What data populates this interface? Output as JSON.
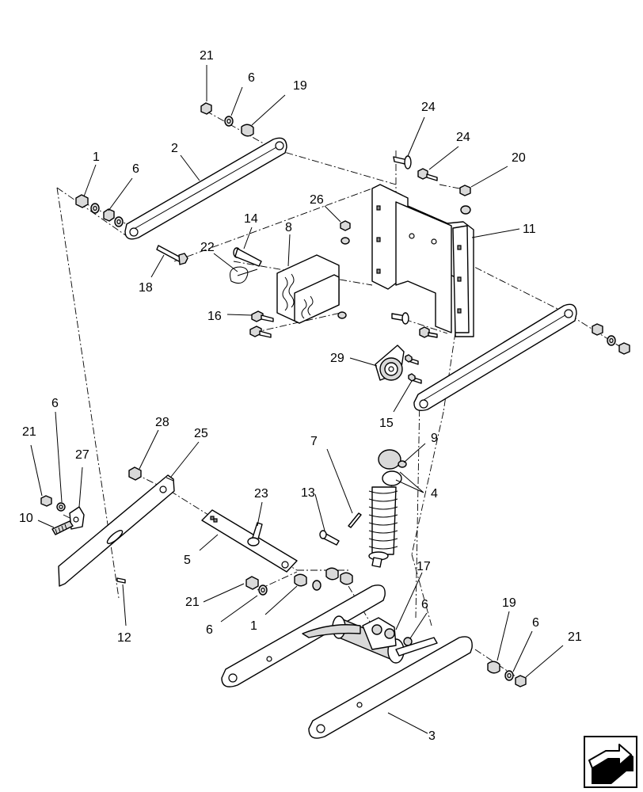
{
  "diagram": {
    "callouts": [
      "21",
      "6",
      "19",
      "1",
      "2",
      "6",
      "24",
      "24",
      "20",
      "26",
      "14",
      "8",
      "11",
      "22",
      "18",
      "16",
      "29",
      "15",
      "6",
      "28",
      "25",
      "21",
      "27",
      "7",
      "9",
      "4",
      "10",
      "23",
      "13",
      "5",
      "17",
      "21",
      "6",
      "1",
      "19",
      "6",
      "6",
      "12",
      "21",
      "3"
    ]
  },
  "icons": {
    "corner": "next-page-arrow-icon"
  }
}
